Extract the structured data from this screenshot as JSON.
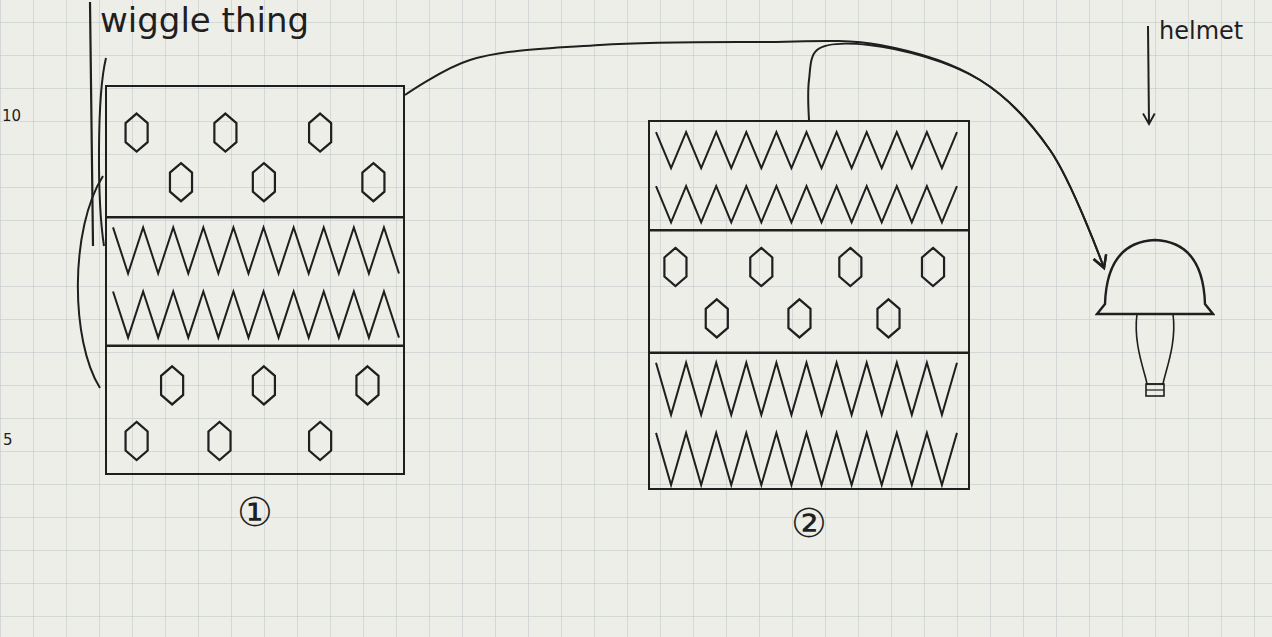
{
  "diagram": {
    "nodes": [
      {
        "text": [
          "①"
        ]
      },
      {
        "text": [
          "②"
        ]
      },
      {
        "text": [
          "helmet"
        ]
      }
    ],
    "edges": [
      {
        "from": 0,
        "to": 2,
        "arrow": "to"
      },
      {
        "from": 1,
        "to": 2,
        "arrow": "to"
      }
    ],
    "labels": [
      "wiggle thing",
      "10",
      "5"
    ]
  }
}
